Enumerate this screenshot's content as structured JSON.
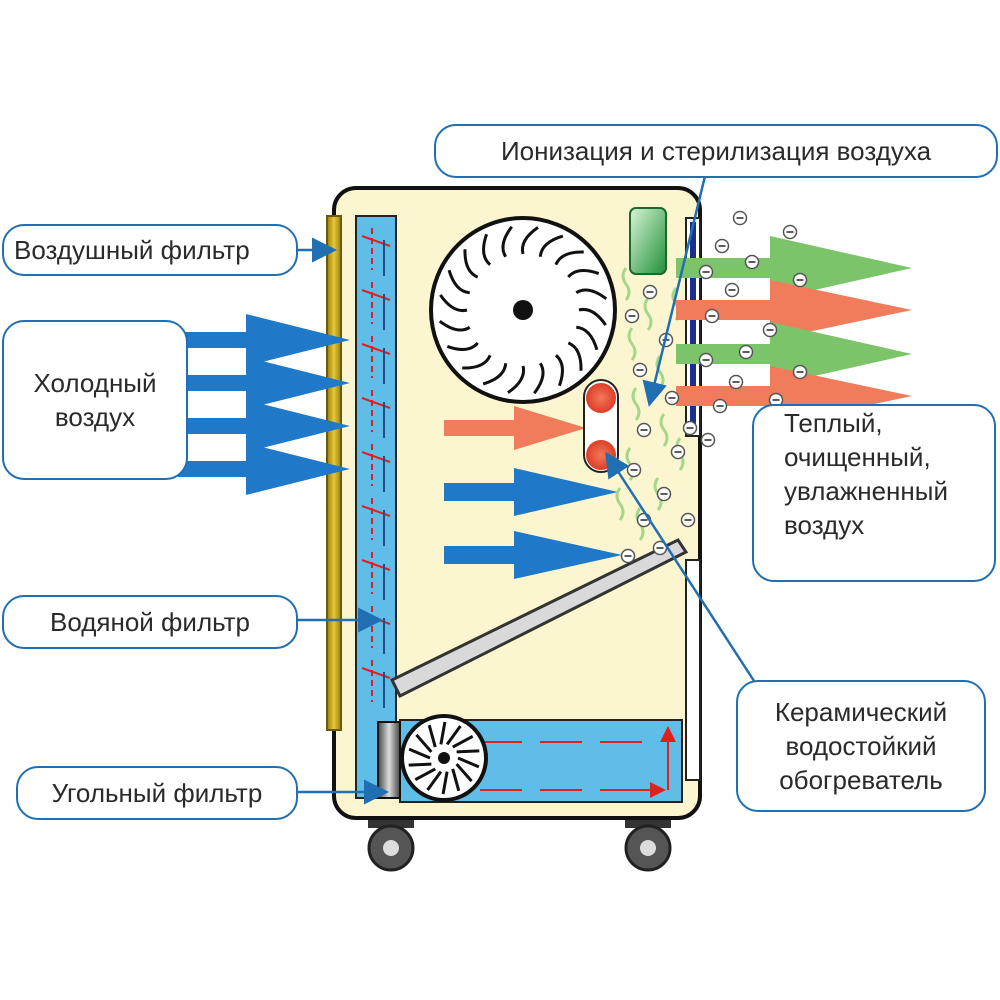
{
  "labels": {
    "air_filter": "Воздушный фильтр",
    "cold_air": [
      "Холодный",
      "воздух"
    ],
    "water_filter": "Водяной фильтр",
    "carbon_filter": "Угольный фильтр",
    "ionization": "Ионизация и стерилизация воздуха",
    "warm_air": [
      "Теплый,",
      "очищенный,",
      "увлажненный",
      "воздух"
    ],
    "ceramic_heater": [
      "Керамический",
      "водостойкий",
      "обогреватель"
    ]
  },
  "ion_symbol": "⊖",
  "colors": {
    "callout_border": "#1f6fb2",
    "body_fill": "#fbf6cf",
    "water": "#5fbde8",
    "cold_arrow": "#1f78c8",
    "warm_arrow": "#f07c5c",
    "green_arrow": "#7cc46a",
    "filter_yellow": "#c9a91b",
    "heater": "#e8452b"
  }
}
